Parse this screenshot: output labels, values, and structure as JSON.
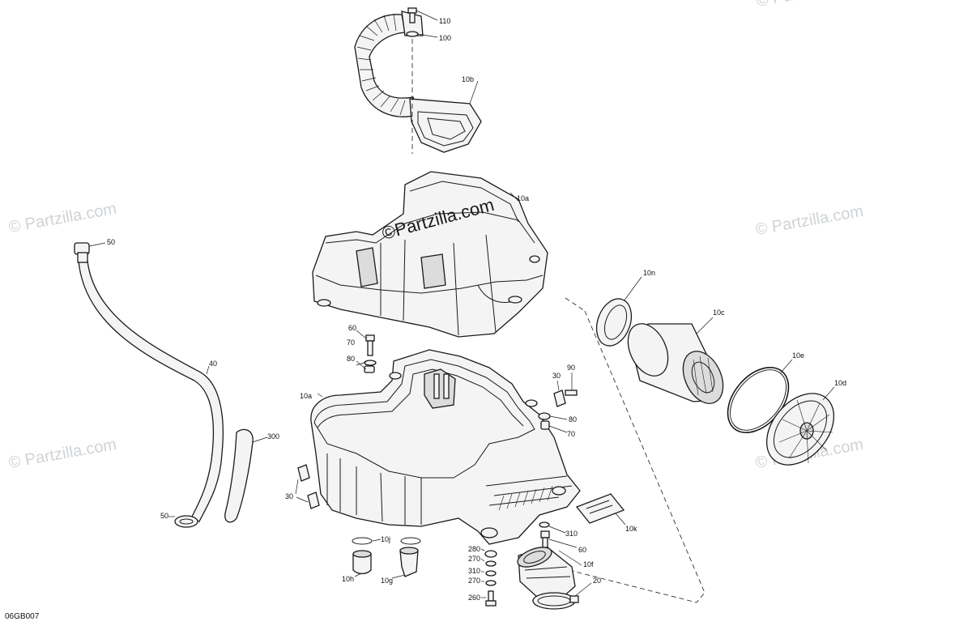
{
  "diagram_code": "06GB007",
  "watermark_main": "©Partzilla.com",
  "watermark_faint": "© Partzilla.com",
  "callouts": {
    "c110": "110",
    "c100": "100",
    "c10b": "10b",
    "c10a_top": "10a",
    "c50_top": "50",
    "c40": "40",
    "c300": "300",
    "c50_bottom": "50",
    "c60_left": "60",
    "c70_left": "70",
    "c80_left": "80",
    "c10a_lower": "10a",
    "c30_upper": "30",
    "c90": "90",
    "c80_right": "80",
    "c70_right": "70",
    "c30_lower": "30",
    "c10n": "10n",
    "c10c": "10c",
    "c10e": "10e",
    "c10d": "10d",
    "c10k": "10k",
    "c310_right": "310",
    "c60_right": "60",
    "c10f": "10f",
    "c20": "20",
    "c10j": "10j",
    "c10h": "10h",
    "c10g": "10g",
    "c280": "280",
    "c270_a": "270",
    "c310_left": "310",
    "c270_b": "270",
    "c260": "260"
  }
}
